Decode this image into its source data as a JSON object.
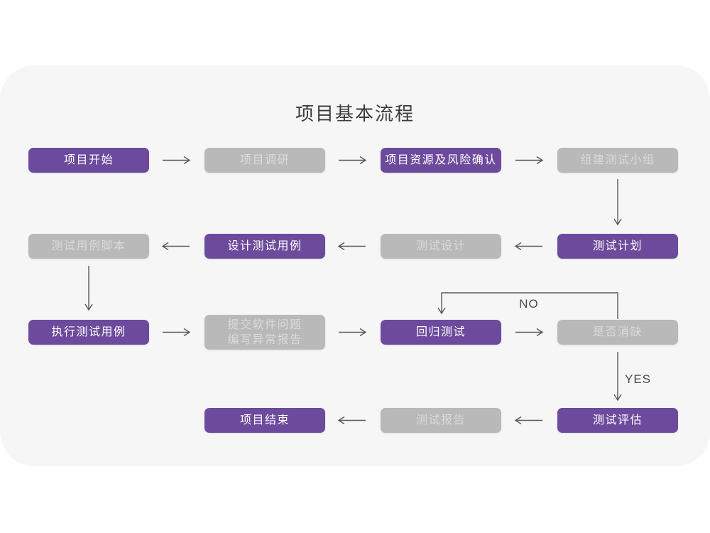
{
  "title": "项目基本流程",
  "labels": {
    "no": "NO",
    "yes": "YES"
  },
  "colors": {
    "node_purple": "#6c4a9c",
    "node_gray": "#b9b9b9",
    "node_gray_text": "#dadada",
    "node_purple_text": "#ffffff",
    "arrow": "#58585c",
    "card_background": "#f6f6f7",
    "title_text": "#3b3b3b"
  },
  "nodes": {
    "start": "项目开始",
    "research": "项目调研",
    "resources": "项目资源及风险确认",
    "team": "组建测试小组",
    "plan": "测试计划",
    "design": "测试设计",
    "case_design": "设计测试用例",
    "script": "测试用例脚本",
    "execute": "执行测试用例",
    "submit_line1": "提交软件问题",
    "submit_line2": "编写异常报告",
    "regression": "回归测试",
    "defect_check": "是否消缺",
    "evaluate": "测试评估",
    "report": "测试报告",
    "end": "项目结束"
  }
}
